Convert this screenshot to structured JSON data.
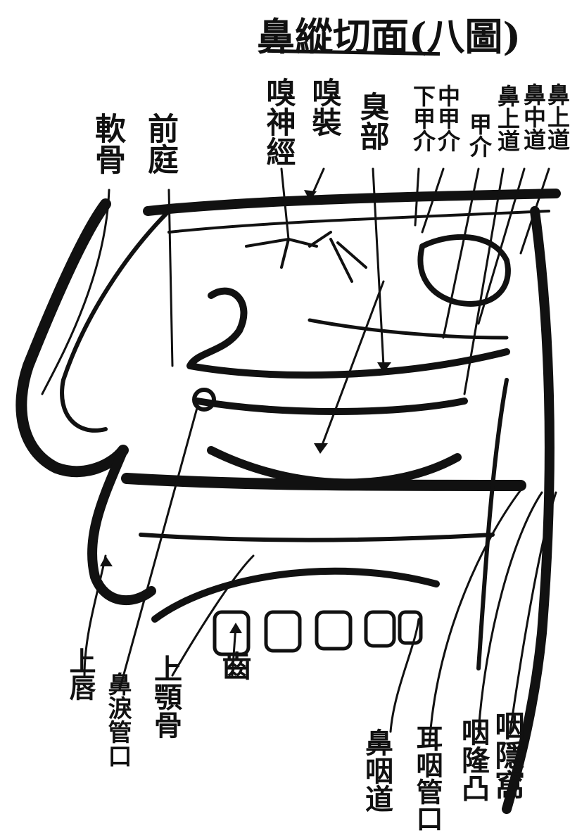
{
  "title": "鼻縱切面(八圖)",
  "labels": {
    "nasal_cartilage": "軟骨",
    "vestibule": "前庭",
    "olfactory_nerve": "嗅神經",
    "olfactory_area": "嗅裝",
    "olfactory_part": "臭部",
    "inferior_turbinate": "下甲介",
    "middle_turbinate": "中甲介",
    "superior_turbinate": "甲介",
    "superior_meatus": "鼻上道",
    "middle_meatus": "鼻中道",
    "upper_meatus_edge": "鼻上道",
    "upper_lip": "上唇",
    "lacrimal_duct_opening": "鼻淚管口",
    "maxilla": "上顎骨",
    "teeth": "齒",
    "nasopharynx": "鼻咽道",
    "eustachian_opening": "耳咽管口",
    "pharyngeal_recess": "咽隆凸",
    "pharyngeal_pouch": "咽隱窩"
  },
  "colors": {
    "ink": "#111111",
    "paper": "#ffffff"
  }
}
